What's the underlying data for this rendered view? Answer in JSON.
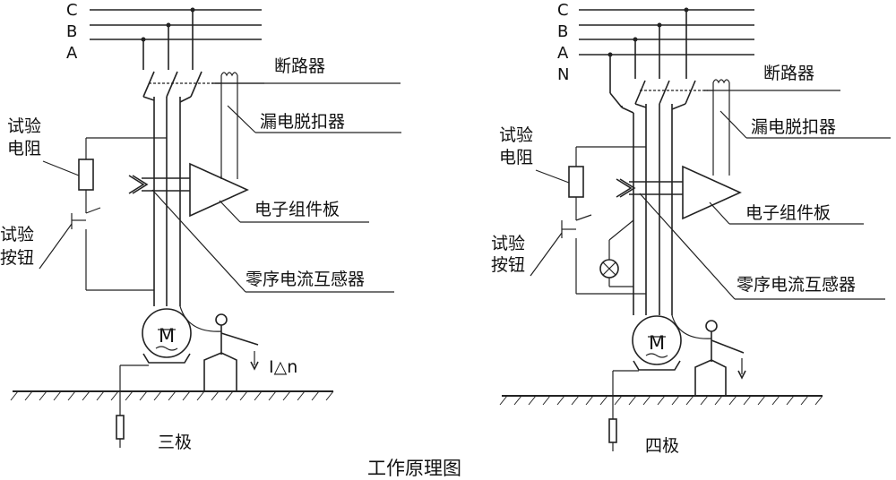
{
  "title": "工作原理图",
  "left": {
    "phases": [
      "C",
      "B",
      "A"
    ],
    "breaker": "断路器",
    "leakage_release": "漏电脱扣器",
    "test_resistor": [
      "试验",
      "电阻"
    ],
    "electronic_board": "电子组件板",
    "test_button": [
      "试验",
      "按钮"
    ],
    "zero_seq_ct": "零序电流互感器",
    "motor": "M",
    "leakage_current": "I△n",
    "caption": "三极"
  },
  "right": {
    "phases": [
      "C",
      "B",
      "A",
      "N"
    ],
    "breaker": "断路器",
    "leakage_release": "漏电脱扣器",
    "test_resistor": [
      "试验",
      "电阻"
    ],
    "electronic_board": "电子组件板",
    "test_button": [
      "试验",
      "按钮"
    ],
    "zero_seq_ct": "零序电流互感器",
    "motor": "M",
    "caption": "四极"
  },
  "colors": {
    "ink": "#222222",
    "background": "#ffffff"
  }
}
